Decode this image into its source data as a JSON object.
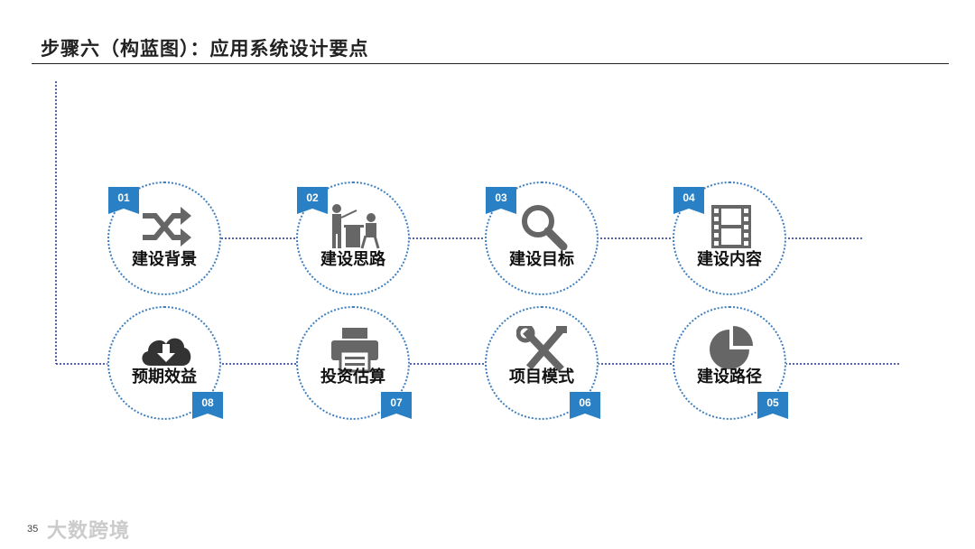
{
  "header": {
    "title": "步骤六（构蓝图）：应用系统设计要点"
  },
  "colors": {
    "accent": "#2a80c4",
    "line": "#1f2f8f",
    "icon": "#666666"
  },
  "steps": [
    {
      "number": "01",
      "label": "建设背景",
      "icon": "shuffle-icon"
    },
    {
      "number": "02",
      "label": "建设思路",
      "icon": "teacher-icon"
    },
    {
      "number": "03",
      "label": "建设目标",
      "icon": "magnifier-icon"
    },
    {
      "number": "04",
      "label": "建设内容",
      "icon": "film-icon"
    },
    {
      "number": "05",
      "label": "建设路径",
      "icon": "pie-chart-icon"
    },
    {
      "number": "06",
      "label": "项目模式",
      "icon": "tools-icon"
    },
    {
      "number": "07",
      "label": "投资估算",
      "icon": "printer-icon"
    },
    {
      "number": "08",
      "label": "预期效益",
      "icon": "cloud-download-icon"
    }
  ],
  "footer": {
    "page_number": "35",
    "watermark": "大数跨境"
  }
}
